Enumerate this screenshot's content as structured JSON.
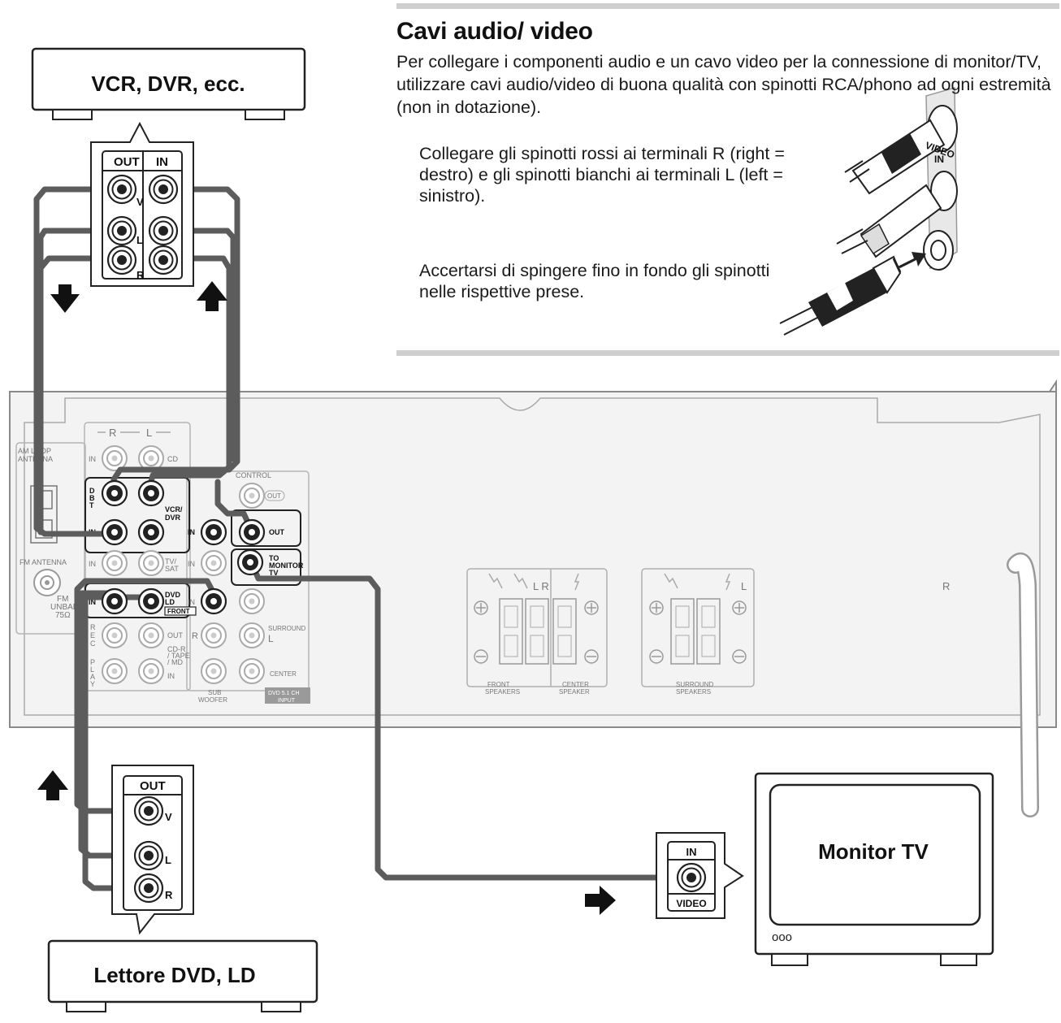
{
  "text_panel": {
    "title": "Cavi audio/ video",
    "intro": "Per collegare i componenti audio e un cavo video per la connessione di monitor/TV, utilizzare cavi audio/video di buona qualità con spinotti RCA/phono ad ogni estremità (non in dotazione).",
    "para1": "Collegare gli spinotti rossi ai terminali R (right = destro) e gli spinotti bianchi ai terminali L (left = sinistro).",
    "para2": "Accertarsi di spingere fino in fondo gli spinotti nelle rispettive prese.",
    "video_in_label": [
      "VIDEO",
      "IN"
    ]
  },
  "devices": {
    "vcr": {
      "name": "VCR, DVR, ecc.",
      "col_out": "OUT",
      "col_in": "IN",
      "rows": [
        "V",
        "L",
        "R"
      ]
    },
    "dvd": {
      "name": "Lettore DVD, LD",
      "col_out": "OUT",
      "rows": [
        "V",
        "L",
        "R"
      ]
    },
    "tv": {
      "name": "Monitor TV",
      "jack_top": "IN",
      "jack_bottom": "VIDEO",
      "indicator": "ooo"
    }
  },
  "receiver": {
    "rl_header": [
      "R",
      "L"
    ],
    "fm_loop_antenna": [
      "AM LOOP",
      "ANTENNA"
    ],
    "fm_antenna": "FM ANTENNA",
    "fm_unbal": [
      "FM",
      "UNBAL",
      "75Ω"
    ],
    "cd": "CD",
    "in": "IN",
    "out": "OUT",
    "control": "CONTROL",
    "control_out": "OUT",
    "dbt": [
      "D",
      "B",
      "T"
    ],
    "vcr_dvr": [
      "VCR/",
      "DVR"
    ],
    "tv_sat": [
      "TV/",
      "SAT"
    ],
    "to_monitor": [
      "TO",
      "MONITOR",
      "TV"
    ],
    "dvd_ld": [
      "DVD",
      "LD"
    ],
    "front": "FRONT",
    "rec": [
      "R",
      "E",
      "C"
    ],
    "play": [
      "P",
      "L",
      "A",
      "Y"
    ],
    "cdr_tape": [
      "CD-R",
      "/ TAPE",
      "/ MD"
    ],
    "surround": "SURROUND",
    "surround_l": "L",
    "center": "CENTER",
    "sub_woofer": [
      "SUB",
      "WOOFER"
    ],
    "dvd51": [
      "DVD 5.1 CH",
      "INPUT"
    ],
    "front_speakers": [
      "FRONT",
      "SPEAKERS"
    ],
    "center_speaker": [
      "CENTER",
      "SPEAKER"
    ],
    "surround_speakers": [
      "SURROUND",
      "SPEAKERS"
    ],
    "lr": "L R",
    "l": "L",
    "r": "R",
    "r_right": "R"
  }
}
